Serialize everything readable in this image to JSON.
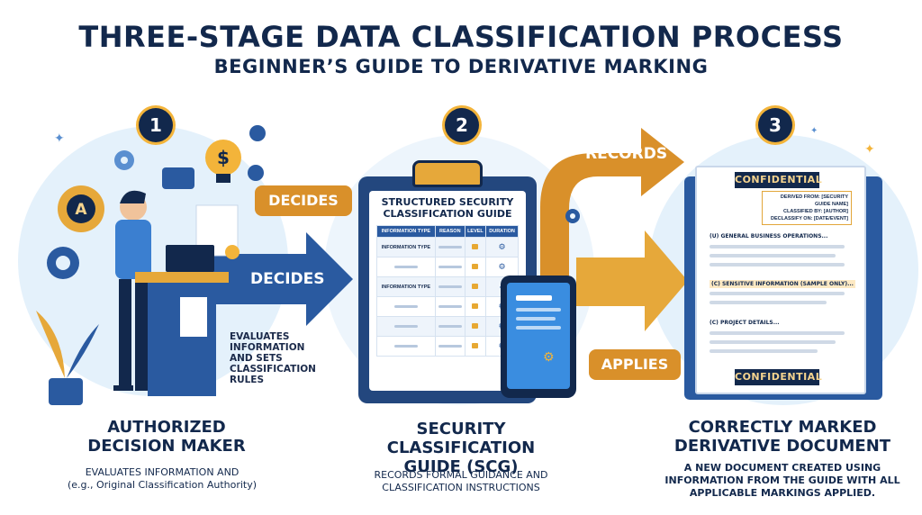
{
  "title": "THREE-STAGE DATA CLASSIFICATION PROCESS",
  "subtitle": "BEGINNER’S GUIDE TO DERIVATIVE MARKING",
  "stages": [
    {
      "number": "1",
      "title_line1": "AUTHORIZED",
      "title_line2": "DECISION MAKER",
      "desc_line1": "EVALUATES INFORMATION AND",
      "desc_line2": "(e.g., Original Classification Authority)"
    },
    {
      "number": "2",
      "title_line1": "SECURITY CLASSIFICATION",
      "title_line2": "GUIDE (SCG)",
      "desc_line1": "RECORDS FORMAL GUIDANCE AND",
      "desc_line2": "CLASSIFICATION INSTRUCTIONS"
    },
    {
      "number": "3",
      "title_line1": "CORRECTLY MARKED",
      "title_line2": "DERIVATIVE DOCUMENT",
      "desc_line1": "A NEW DOCUMENT CREATED USING",
      "desc_line2": "INFORMATION FROM THE GUIDE WITH ALL",
      "desc_line3": "APPLICABLE MARKINGS APPLIED."
    }
  ],
  "arrows": {
    "decides_pill": "DECIDES",
    "decides_arrow": "DECIDES",
    "records": "RECORDS",
    "applies": "APPLIES"
  },
  "side_note": [
    "EVALUATES",
    "INFORMATION",
    "AND SETS",
    "CLASSIFICATION",
    "RULES"
  ],
  "stage1_icon_letter": "A",
  "stage1_bulb_symbol": "$",
  "guide": {
    "title_line1": "STRUCTURED SECURITY",
    "title_line2": "CLASSIFICATION GUIDE",
    "columns": [
      "INFORMATION TYPE",
      "REASON",
      "LEVEL",
      "DURATION"
    ],
    "rows": [
      "INFORMATION TYPE",
      "",
      "INFORMATION TYPE",
      "",
      ""
    ]
  },
  "document": {
    "banner_top": "CONFIDENTIAL",
    "banner_bottom": "CONFIDENTIAL",
    "derived_from": "DERIVED FROM: [SECURITY GUIDE NAME]",
    "classified_by": "CLASSIFIED BY: [AUTHOR]",
    "declassify_on": "DECLASSIFY ON: [DATE/EVENT]",
    "para1": "(U) GENERAL BUSINESS OPERATIONS...",
    "para2": "(C) SENSITIVE INFORMATION (SAMPLE ONLY)...",
    "para3": "(C) PROJECT DETAILS..."
  },
  "colors": {
    "navy": "#12284c",
    "blue": "#2a5aa0",
    "orange": "#d9902a",
    "gold": "#f3b43a",
    "light_bg": "#e4f1fb"
  },
  "icons": [
    "gear-icon",
    "lightbulb-icon",
    "info-icon",
    "chat-icon",
    "checkmark-icon",
    "lock-icon",
    "plant-icon",
    "laptop-icon",
    "tablet-icon"
  ]
}
